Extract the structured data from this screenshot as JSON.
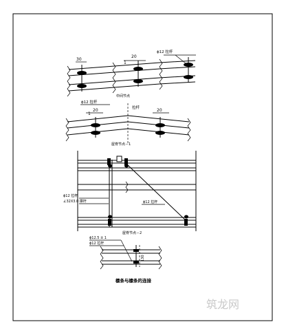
{
  "detail_top": {
    "dim_left": "30",
    "dim_mid": "20",
    "pos_mid": "1",
    "bar_label": "ϕ12 拉杆",
    "caption": "中间节点"
  },
  "detail_mid": {
    "bar_label": "ϕ12 拉杆",
    "pos_left": "1",
    "dim_left": "20",
    "tie_label": "拉杆",
    "dim_right": "20",
    "caption": "屋脊节点－1"
  },
  "detail_low": {
    "left_label_1": "ϕ12 拉杆",
    "left_label_2": "∠32X3.0 撑杆",
    "right_label": "ϕ12 拉杆",
    "caption": "屋脊节点－2"
  },
  "detail_bottom": {
    "label_1": "ϕ12.5 ± 1",
    "label_2": "ϕ12  拉杆",
    "dim_vertical": "130"
  },
  "title": "檩条与檩条的连接",
  "watermark": "筑龙网"
}
